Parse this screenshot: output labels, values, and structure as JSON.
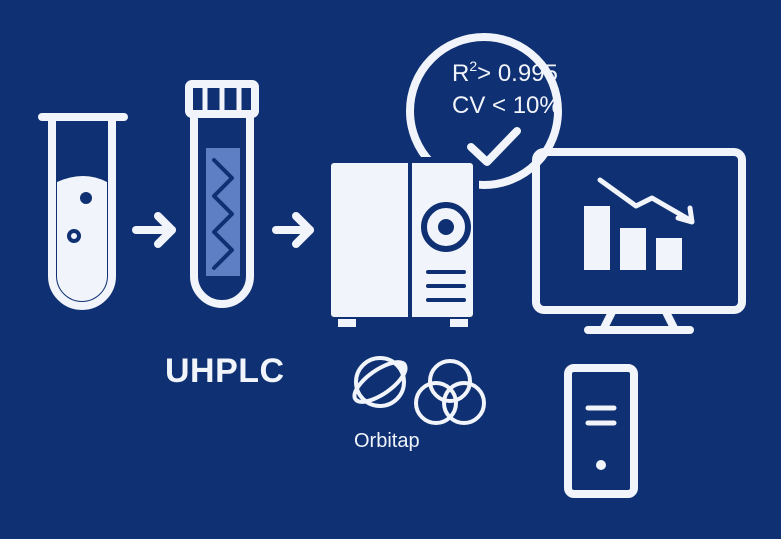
{
  "colors": {
    "background": "#0f3173",
    "icon": "#f1f4fa",
    "accent": "#5f7fc4"
  },
  "labels": {
    "uhplc": "UHPLC",
    "orbitrap": "Orbitap",
    "r2_prefix": "R",
    "r2_exp": "2",
    "r2_rest": "> 0.995",
    "cv": "CV < 10%"
  },
  "icons": [
    "sample-tube-icon",
    "arrow-right-icon",
    "column-tube-icon",
    "arrow-right-icon",
    "mass-spectrometer-icon",
    "checkmark-badge-icon",
    "monitor-chart-icon",
    "orbit-atom-icon",
    "venn-circles-icon",
    "server-tower-icon"
  ]
}
